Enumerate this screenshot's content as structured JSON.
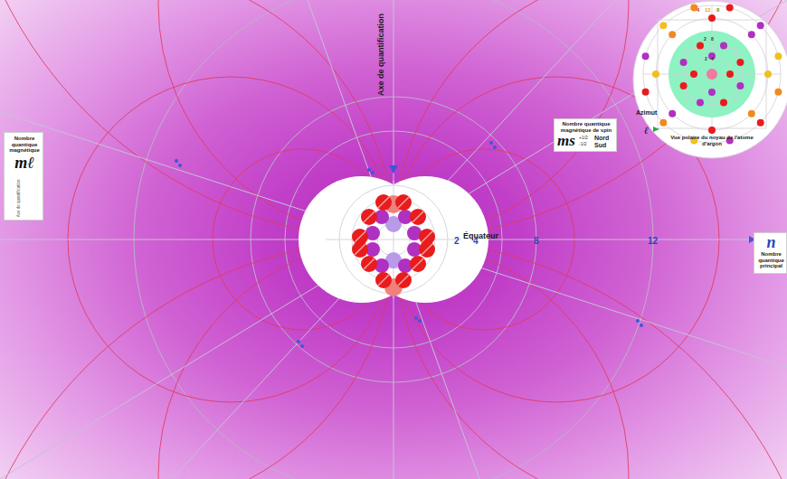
{
  "diagram": {
    "nodes": [
      {
        "text": [
          "Nombre quantique magnétique",
          "mℓ",
          "Axe de quantification"
        ]
      },
      {
        "text": [
          "Nombre quantique magnétique de spin",
          "ms",
          "+1/2",
          "-1/2",
          "Nord",
          "Sud"
        ]
      },
      {
        "text": [
          "n",
          "Nombre quantique principal"
        ]
      },
      {
        "text": [
          "Vue polaire du noyau de l'atome d'argon",
          "Azimut",
          "ℓ",
          "4",
          "12",
          "8",
          "2",
          "8",
          "2",
          "4"
        ]
      }
    ],
    "labels": [
      "Axe de quantification",
      "Équateur",
      "2",
      "4",
      "8",
      "12"
    ]
  }
}
